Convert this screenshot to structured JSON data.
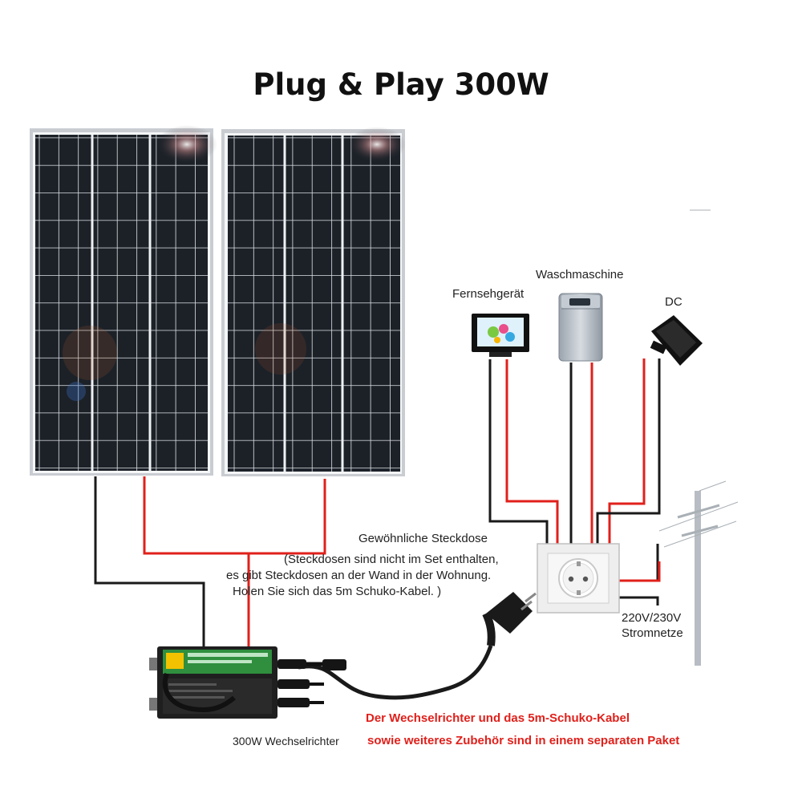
{
  "title": "Plug & Play 300W",
  "appliances": {
    "tv": "Fernsehgerät",
    "washer": "Waschmaschine",
    "dc": "DC"
  },
  "socket": {
    "label": "Gewöhnliche Steckdose",
    "note": [
      "(Steckdosen sind nicht im Set enthalten,",
      "es gibt Steckdosen an der Wand in der Wohnung.",
      "Holen Sie sich das 5m Schuko-Kabel. )"
    ]
  },
  "grid": {
    "line1": "220V/230V",
    "line2": "Stromnetze"
  },
  "inverter": {
    "label": "300W Wechselrichter"
  },
  "package_note": {
    "line1": "Der Wechselrichter und das 5m-Schuko-Kabel",
    "line2": "sowie weiteres Zubehör sind in einem separaten Paket"
  },
  "colors": {
    "wire_red": "#e0201b",
    "wire_black": "#1a1a1a",
    "panel_cell": "#1c2128",
    "panel_frame": "#c9cdd2",
    "note_red": "#e0201b"
  },
  "icons": {
    "tv": "tv-icon",
    "washer": "washing-machine-icon",
    "dc": "floodlight-icon",
    "pole": "power-pole-icon",
    "inverter": "micro-inverter-icon",
    "socket": "schuko-socket-icon",
    "plug": "schuko-plug-icon"
  }
}
